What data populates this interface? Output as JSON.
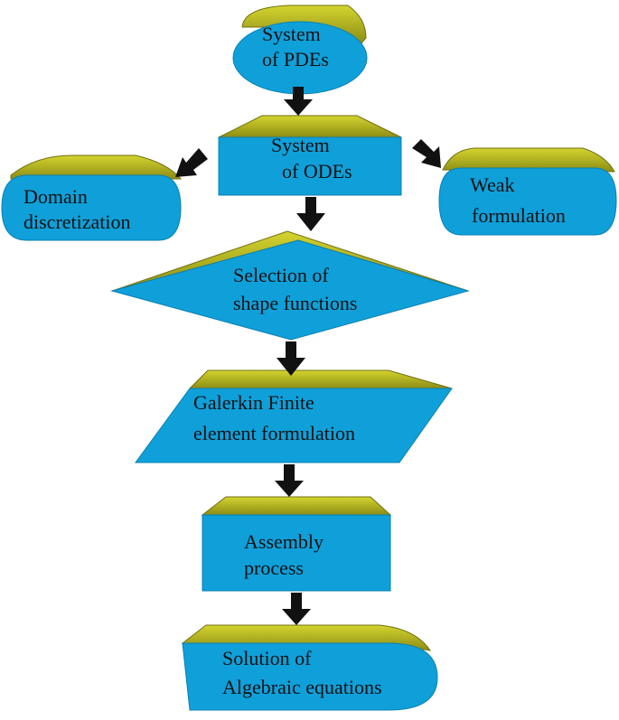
{
  "colors": {
    "face": "#0fa0da",
    "top": "#9c9c18",
    "top_highlight": "#cccc2a",
    "arrow": "#111111",
    "text": "#111111"
  },
  "nodes": {
    "pdes": {
      "line1": "System",
      "line2": "of PDEs"
    },
    "odes": {
      "line1": "System",
      "line2": "of ODEs"
    },
    "domain": {
      "line1": "Domain",
      "line2": "discretization"
    },
    "weak": {
      "line1": "Weak",
      "line2": "formulation"
    },
    "shape": {
      "line1": "Selection of",
      "line2": "shape functions"
    },
    "galerkin": {
      "line1": "Galerkin Finite",
      "line2": "element formulation"
    },
    "assembly": {
      "line1": "Assembly",
      "line2": "process"
    },
    "solution": {
      "line1": "Solution of",
      "line2": "Algebraic equations"
    }
  }
}
